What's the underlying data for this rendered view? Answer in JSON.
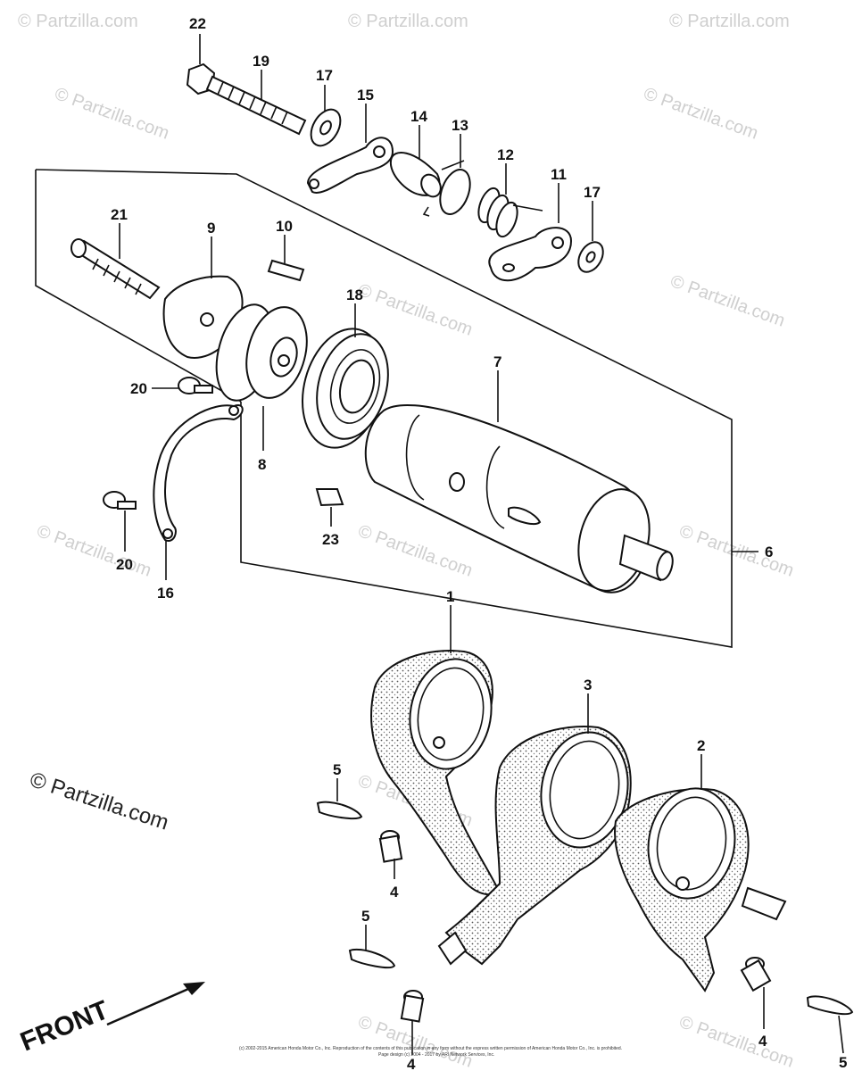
{
  "watermark": {
    "text": "© Partzilla.com",
    "prominent_text": "© Partzilla.com"
  },
  "front_label": "FRONT",
  "copyright_lines": [
    "(c) 2002-2015 American Honda Motor Co., Inc. Reproduction of the contents of this publication in any form without the express written permission of American Honda Motor Co., Inc. is prohibited.",
    "Page design (c) 2004 - 2017 by ARI Network Services, Inc."
  ],
  "callouts": [
    {
      "id": "c22",
      "label": "22"
    },
    {
      "id": "c19",
      "label": "19"
    },
    {
      "id": "c17a",
      "label": "17"
    },
    {
      "id": "c15",
      "label": "15"
    },
    {
      "id": "c14",
      "label": "14"
    },
    {
      "id": "c13",
      "label": "13"
    },
    {
      "id": "c12",
      "label": "12"
    },
    {
      "id": "c11",
      "label": "11"
    },
    {
      "id": "c17b",
      "label": "17"
    },
    {
      "id": "c21",
      "label": "21"
    },
    {
      "id": "c9",
      "label": "9"
    },
    {
      "id": "c10",
      "label": "10"
    },
    {
      "id": "c18",
      "label": "18"
    },
    {
      "id": "c7",
      "label": "7"
    },
    {
      "id": "c20a",
      "label": "20"
    },
    {
      "id": "c8",
      "label": "8"
    },
    {
      "id": "c23",
      "label": "23"
    },
    {
      "id": "c6",
      "label": "6"
    },
    {
      "id": "c20b",
      "label": "20"
    },
    {
      "id": "c16",
      "label": "16"
    },
    {
      "id": "c1",
      "label": "1"
    },
    {
      "id": "c3",
      "label": "3"
    },
    {
      "id": "c2",
      "label": "2"
    },
    {
      "id": "c5a",
      "label": "5"
    },
    {
      "id": "c4a",
      "label": "4"
    },
    {
      "id": "c5b",
      "label": "5"
    },
    {
      "id": "c4b",
      "label": "4"
    },
    {
      "id": "c4c",
      "label": "4"
    },
    {
      "id": "c5c",
      "label": "5"
    }
  ],
  "colors": {
    "ink": "#111111",
    "watermark": "#cfcfcf",
    "background": "#ffffff"
  }
}
